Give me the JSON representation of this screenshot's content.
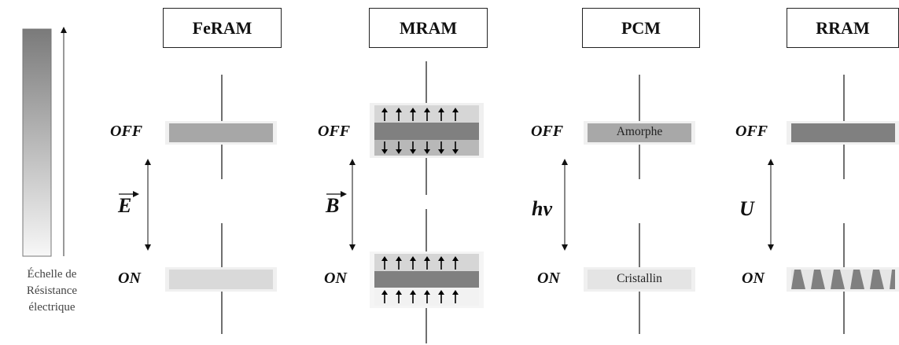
{
  "scale": {
    "label_lines": [
      "Échelle de",
      "Résistance",
      "électrique"
    ]
  },
  "technologies": [
    {
      "name": "FeRAM",
      "field": "E",
      "field_vector": true
    },
    {
      "name": "MRAM",
      "field": "B",
      "field_vector": true
    },
    {
      "name": "PCM",
      "field": "hv",
      "field_vector": false
    },
    {
      "name": "RRAM",
      "field": "U",
      "field_vector": false
    }
  ],
  "states": {
    "off": "OFF",
    "on": "ON"
  },
  "pcm": {
    "off_layer": "Amorphe",
    "on_layer": "Cristallin"
  },
  "colors": {
    "feram_off": "#a7a7a7",
    "feram_on": "#d9d9d9",
    "mram_core": "#808080",
    "mram_outer_top": "#d6d6d6",
    "mram_outer_bottom": "#b8b8b8",
    "mram_on_light": "#f2f2f2",
    "pcm_off": "#a8a8a8",
    "pcm_on": "#e4e4e4",
    "rram_layer": "#808080",
    "scale_top": "#7a7a7a",
    "scale_bottom": "#f7f7f7"
  }
}
